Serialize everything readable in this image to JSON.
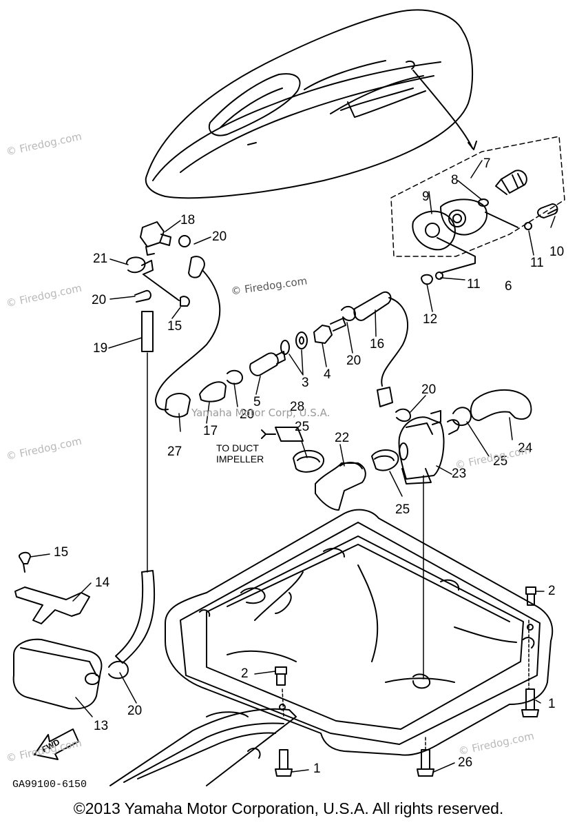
{
  "diagram": {
    "callouts": [
      {
        "id": "c7",
        "text": "7"
      },
      {
        "id": "c8",
        "text": "8"
      },
      {
        "id": "c9",
        "text": "9"
      },
      {
        "id": "c10",
        "text": "10"
      },
      {
        "id": "c11a",
        "text": "11"
      },
      {
        "id": "c11b",
        "text": "11"
      },
      {
        "id": "c6",
        "text": "6"
      },
      {
        "id": "c12",
        "text": "12"
      },
      {
        "id": "c18",
        "text": "18"
      },
      {
        "id": "c20a",
        "text": "20"
      },
      {
        "id": "c21",
        "text": "21"
      },
      {
        "id": "c20b",
        "text": "20"
      },
      {
        "id": "c15a",
        "text": "15"
      },
      {
        "id": "c19",
        "text": "19"
      },
      {
        "id": "c3",
        "text": "3"
      },
      {
        "id": "c4",
        "text": "4"
      },
      {
        "id": "c20c",
        "text": "20"
      },
      {
        "id": "c16",
        "text": "16"
      },
      {
        "id": "c5",
        "text": "5"
      },
      {
        "id": "c20d",
        "text": "20"
      },
      {
        "id": "c28",
        "text": "28"
      },
      {
        "id": "c20e",
        "text": "20"
      },
      {
        "id": "c27",
        "text": "27"
      },
      {
        "id": "c17",
        "text": "17"
      },
      {
        "id": "c25a",
        "text": "25"
      },
      {
        "id": "c22",
        "text": "22"
      },
      {
        "id": "c25b",
        "text": "25"
      },
      {
        "id": "c24",
        "text": "24"
      },
      {
        "id": "c23",
        "text": "23"
      },
      {
        "id": "c25c",
        "text": "25"
      },
      {
        "id": "c15b",
        "text": "15"
      },
      {
        "id": "c14",
        "text": "14"
      },
      {
        "id": "c2a",
        "text": "2"
      },
      {
        "id": "c2b",
        "text": "2"
      },
      {
        "id": "c20f",
        "text": "20"
      },
      {
        "id": "c13",
        "text": "13"
      },
      {
        "id": "c1a",
        "text": "1"
      },
      {
        "id": "c1b",
        "text": "1"
      },
      {
        "id": "c26",
        "text": "26"
      }
    ],
    "note_line1": "TO DUCT",
    "note_line2": "IMPELLER",
    "fwd_label": "FWD",
    "part_code": "GA99100-6150"
  },
  "watermarks": [
    "© Firedog.com",
    "© Firedog.com",
    "© Firedog.com",
    "© Firedog.com",
    "© Firedog.com",
    "© Firedog.com",
    "© Firedog.com",
    "Yamaha Motor Corp, U.S.A."
  ],
  "copyright": "©2013 Yamaha Motor Corporation, U.S.A. All rights reserved.",
  "colors": {
    "ink": "#000000",
    "watermark": "#b9b9b9",
    "background": "#ffffff"
  }
}
